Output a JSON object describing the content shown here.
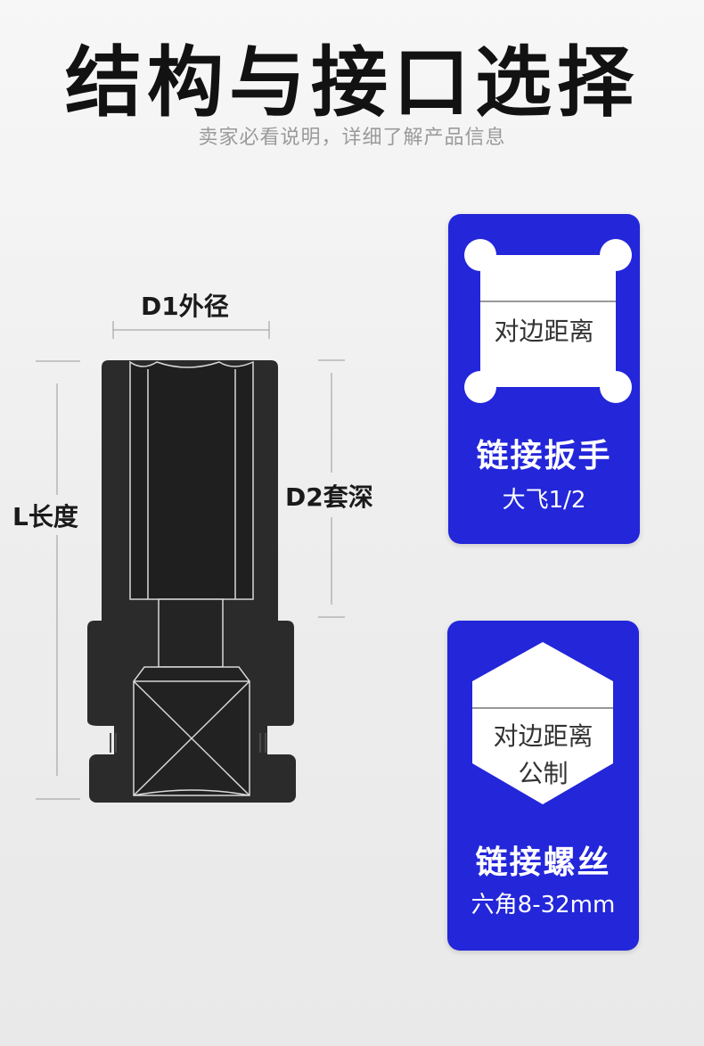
{
  "header": {
    "title": "结构与接口选择",
    "subtitle": "卖家必看说明，详细了解产品信息"
  },
  "diagram": {
    "d1_label": "D1外径",
    "d2_label": "D2套深",
    "l_label": "L长度"
  },
  "cards": [
    {
      "shape": "square",
      "shape_text": "对边距离",
      "title": "链接扳手",
      "subtitle": "大飞1/2"
    },
    {
      "shape": "hexagon",
      "shape_text_1": "对边距离",
      "shape_text_2": "公制",
      "title": "链接螺丝",
      "subtitle": "六角8-32mm"
    }
  ],
  "colors": {
    "card_blue": "#2326d9",
    "socket_body": "#2b2b2b",
    "text_dark": "#121212",
    "subtitle_gray": "#9a9a9a"
  }
}
